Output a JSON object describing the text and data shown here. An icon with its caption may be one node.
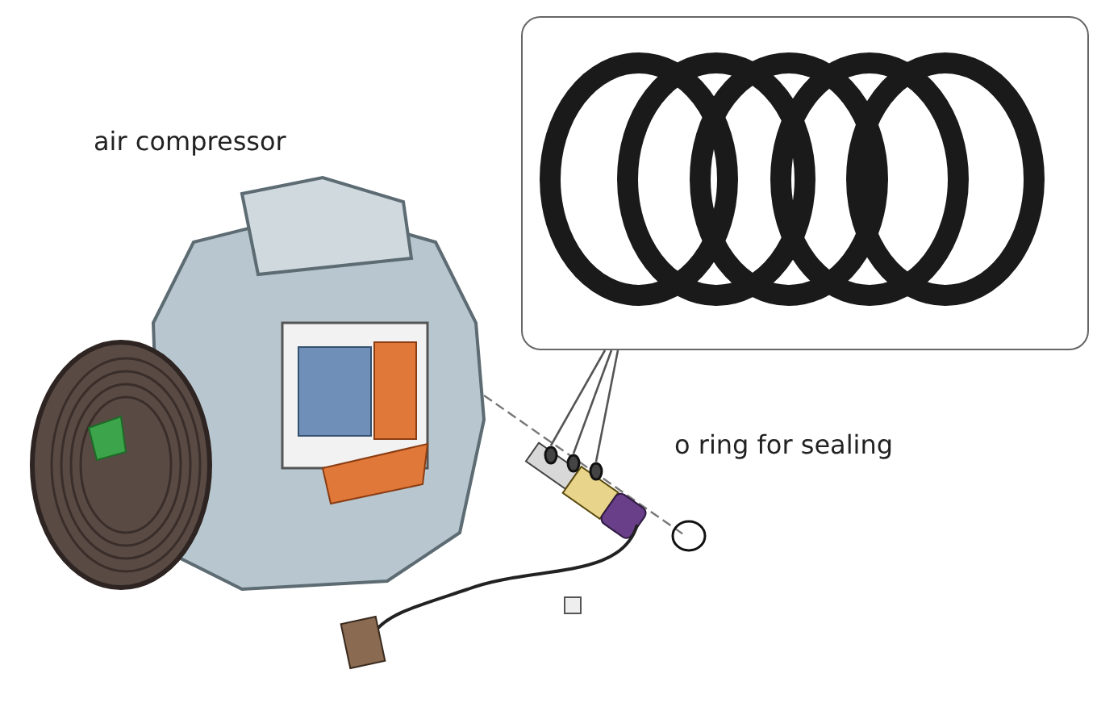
{
  "diagram": {
    "nodes": [
      {
        "text": [],
        "shape": "picture"
      },
      {
        "text": [],
        "shape": "circle"
      },
      {
        "text": [],
        "shape": "circle"
      },
      {
        "text": [],
        "shape": "circle"
      }
    ],
    "edges": [
      {
        "from": 0,
        "to": 1,
        "arrow": "none"
      },
      {
        "from": 0,
        "to": 2,
        "arrow": "none"
      },
      {
        "from": 0,
        "to": 3,
        "arrow": "none"
      }
    ],
    "labels": [
      "air compressor",
      "o ring for sealing"
    ]
  }
}
